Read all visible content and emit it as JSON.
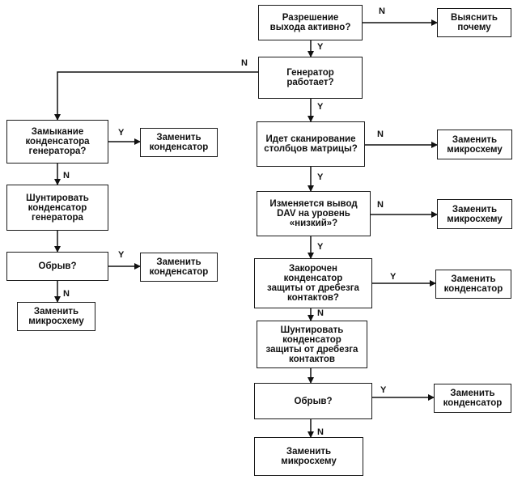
{
  "nodes": {
    "q_exit_enabled": "Разрешение\nвыхода активно?",
    "find_reason": "Выяснить\nпочему",
    "q_generator": "Генератор\nработает?",
    "q_gen_cap_short": "Замыкание\nконденсатора\nгенератора?",
    "replace_cap_1": "Заменить\nконденсатор",
    "bypass_gen_cap": "Шунтировать\nконденсатор\nгенератора",
    "q_break_1": "Обрыв?",
    "replace_cap_2": "Заменить\nконденсатор",
    "replace_chip_1": "Заменить\nмикросхему",
    "q_scan": "Идет сканирование\nстолбцов матрицы?",
    "replace_chip_2": "Заменить\nмикросхему",
    "q_dav": "Изменяется вывод\nDAV на уровень\n«низкий»?",
    "replace_chip_3": "Заменить\nмикросхему",
    "q_debounce_short": "Закорочен\nконденсатор\nзащиты от дребезга\nконтактов?",
    "replace_cap_3": "Заменить\nконденсатор",
    "bypass_debounce": "Шунтировать\nконденсатор\nзащиты от дребезга\nконтактов",
    "q_break_2": "Обрыв?",
    "replace_cap_4": "Заменить\nконденсатор",
    "replace_chip_4": "Заменить\nмикросхему"
  },
  "labels": {
    "yes": "Y",
    "no": "N"
  }
}
